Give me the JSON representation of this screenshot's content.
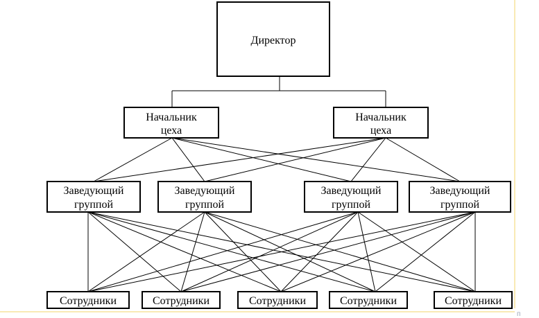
{
  "org_chart": {
    "director": {
      "label": "Директор"
    },
    "shop_heads": [
      {
        "lines": [
          "Начальник",
          "цеха"
        ]
      },
      {
        "lines": [
          "Начальник",
          "цеха"
        ]
      }
    ],
    "group_heads": [
      {
        "lines": [
          "Заведующий",
          "группой"
        ]
      },
      {
        "lines": [
          "Заведующий",
          "группой"
        ]
      },
      {
        "lines": [
          "Заведующий",
          "группой"
        ]
      },
      {
        "lines": [
          "Заведующий",
          "группой"
        ]
      }
    ],
    "employees": [
      {
        "label": "Сотрудники"
      },
      {
        "label": "Сотрудники"
      },
      {
        "label": "Сотрудники"
      },
      {
        "label": "Сотрудники"
      },
      {
        "label": "Сотрудники"
      }
    ]
  },
  "corner_mark": "п",
  "colors": {
    "line": "#000000",
    "box_fill": "#ffffff",
    "accent_border": "#f3d46a"
  }
}
